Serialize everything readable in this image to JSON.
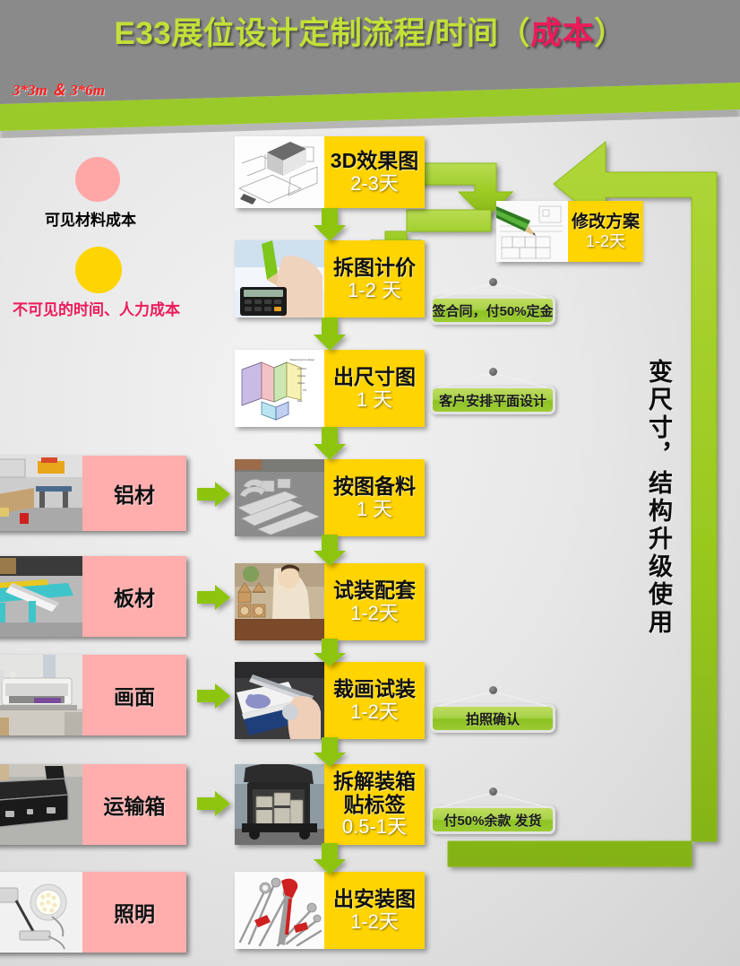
{
  "header": {
    "title_main": "E33展位设计定制流程/时间",
    "title_paren_open": "（",
    "title_cost": "成本",
    "title_paren_close": "）",
    "size_label": "3*3m ＆ 3*6m",
    "band_color": "#8a8a8a",
    "accent_green": "#9ACA29",
    "title_color": "#C2E038",
    "cost_color": "#EC1B5A"
  },
  "legend": {
    "items": [
      {
        "color": "#FFA7A7",
        "label": "可见材料成本",
        "label_color": "#000000"
      },
      {
        "color": "#FFD400",
        "label": "不可见的时间、人力成本",
        "label_color": "#EC1B5A"
      }
    ]
  },
  "flow": {
    "steps": [
      {
        "name": "3D效果图",
        "days": "2-3天",
        "thumb": "house-blueprint-render-photo"
      },
      {
        "name": "拆图计价",
        "days": "1-2 天",
        "thumb": "hand-calculator-pencil-photo"
      },
      {
        "name": "出尺寸图",
        "days": "1 天",
        "thumb": "booth-wireframe-dimension-drawing"
      },
      {
        "name": "按图备料",
        "days": "1 天",
        "thumb": "aluminium-profiles-photo"
      },
      {
        "name": "试装配套",
        "days": "1-2天",
        "thumb": "child-wooden-blocks-photo"
      },
      {
        "name": "裁画试装",
        "days": "1-2天",
        "thumb": "cutting-graphic-print-photo"
      },
      {
        "name": "拆解装箱",
        "name2": "贴标签",
        "days": "0.5-1天",
        "thumb": "van-loaded-flightcases-photo"
      },
      {
        "name": "出安装图",
        "days": "1-2天",
        "thumb": "hand-tools-photo"
      }
    ]
  },
  "revision": {
    "name": "修改方案",
    "days": "1-2天",
    "thumb": "green-pencil-on-drawing-photo"
  },
  "materials": [
    {
      "label": "铝材",
      "thumb": "aluminium-workshop-photo"
    },
    {
      "label": "板材",
      "thumb": "panel-saw-workshop-photo"
    },
    {
      "label": "画面",
      "thumb": "large-format-printer-photo"
    },
    {
      "label": "运输箱",
      "thumb": "black-flightcase-photo"
    },
    {
      "label": "照明",
      "thumb": "led-spotlights-photo"
    }
  ],
  "notes": [
    {
      "text": "签合同，付50%定金"
    },
    {
      "text": "客户安排平面设计"
    },
    {
      "text": "拍照确认"
    },
    {
      "text": "付50%余款 发货"
    }
  ],
  "loop": {
    "vertical_text": "变尺寸，结构升级使用",
    "color": "#9ACA29"
  }
}
